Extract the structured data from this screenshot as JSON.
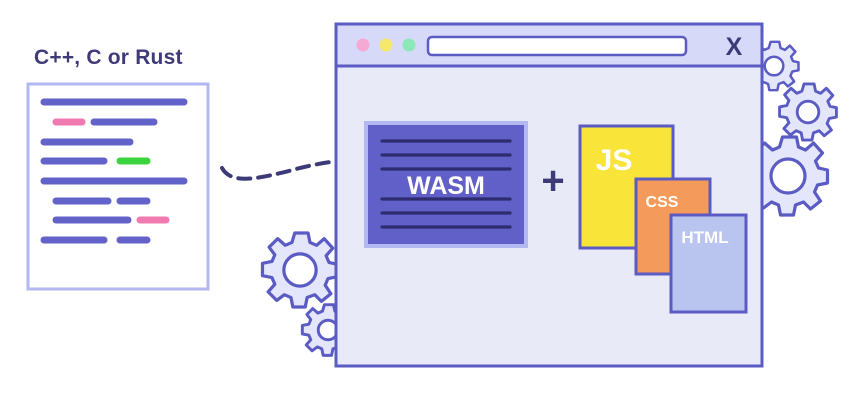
{
  "source": {
    "title": "C++, C or Rust"
  },
  "browser": {
    "close_label": "X",
    "dots": [
      "#f5a9d4",
      "#f5e86a",
      "#8ce8b8"
    ]
  },
  "wasm": {
    "label": "WASM"
  },
  "plus_label": "+",
  "files": {
    "js_label": "JS",
    "css_label": "CSS",
    "html_label": "HTML"
  },
  "colors": {
    "outline": "#5b5bc4",
    "window_fill": "#e9eaf8",
    "wasm_fill": "#6060c8",
    "js_fill": "#f9e43a",
    "css_fill": "#f49a5a",
    "html_fill": "#b9c4ef",
    "gear_fill": "#e4e6fb",
    "code_line": "#6262c8",
    "code_pink": "#f07ab0",
    "code_green": "#3cd43c"
  }
}
